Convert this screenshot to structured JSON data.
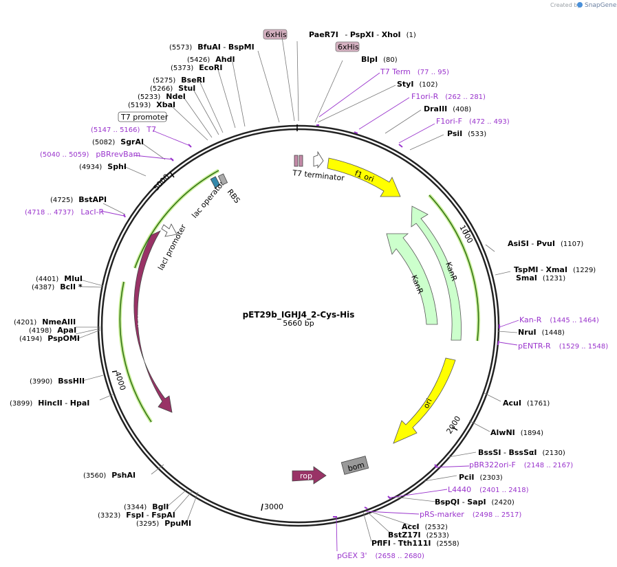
{
  "credit": {
    "prefix": "Created by",
    "brand": "SnapGene"
  },
  "plasmid": {
    "name": "pET29b_IGHJ4_2-Cys-His",
    "length": "5660 bp"
  },
  "ticks": [
    "1000",
    "2000",
    "3000",
    "4000",
    "5000"
  ],
  "features": {
    "f1ori": "f1 ori",
    "kanr1": "KanR",
    "kanr2": "KanR",
    "ori": "ori",
    "bom": "bom",
    "rop": "rop",
    "laci": "lacI",
    "laci_promoter": "lacI promoter",
    "lac_operator": "lac operator",
    "rbs": "RBS",
    "t7_terminator": "T7 terminator",
    "t7_promoter": "T7 promoter",
    "his1": "6xHis",
    "his2": "6xHis"
  },
  "sites": {
    "paer7i": {
      "name": "PaeR7I",
      "n2": "PspXI",
      "n3": "XhoI",
      "pos": "(1)"
    },
    "blpi": {
      "name": "BlpI",
      "pos": "(80)"
    },
    "styi": {
      "name": "StyI",
      "pos": "(102)"
    },
    "draiii": {
      "name": "DraIII",
      "pos": "(408)"
    },
    "psii": {
      "name": "PsiI",
      "pos": "(533)"
    },
    "asisi": {
      "name": "AsiSI",
      "n2": "PvuI",
      "pos": "(1107)"
    },
    "tspmi": {
      "name": "TspMI",
      "n2": "XmaI",
      "pos": "(1229)"
    },
    "smai": {
      "name": "SmaI",
      "pos": "(1231)"
    },
    "brui": {
      "name": "NruI",
      "pos": "(1448)"
    },
    "acui": {
      "name": "AcuI",
      "pos": "(1761)"
    },
    "alwni": {
      "name": "AlwNI",
      "pos": "(1894)"
    },
    "bsssi": {
      "name": "BssSI",
      "n2": "BssSαI",
      "pos": "(2130)"
    },
    "pcii": {
      "name": "PciI",
      "pos": "(2303)"
    },
    "bspqi": {
      "name": "BspQI",
      "n2": "SapI",
      "pos": "(2420)"
    },
    "acci": {
      "name": "AccI",
      "pos": "(2532)"
    },
    "bstz17i": {
      "name": "BstZ17I",
      "pos": "(2533)"
    },
    "pflfi": {
      "name": "PflFI",
      "n2": "Tth111I",
      "pos": "(2558)"
    },
    "bfuai": {
      "name": "BfuAI",
      "n2": "BspMI",
      "pos": "(5573)"
    },
    "ahdi": {
      "name": "AhdI",
      "pos": "(5426)"
    },
    "ecori": {
      "name": "EcoRI",
      "pos": "(5373)"
    },
    "bseri": {
      "name": "BseRI",
      "pos": "(5275)"
    },
    "stui": {
      "name": "StuI",
      "pos": "(5266)"
    },
    "ndei": {
      "name": "NdeI",
      "pos": "(5233)"
    },
    "xbai": {
      "name": "XbaI",
      "pos": "(5193)"
    },
    "sgrai": {
      "name": "SgrAI",
      "pos": "(5082)"
    },
    "sphi": {
      "name": "SphI",
      "pos": "(4934)"
    },
    "bstapi": {
      "name": "BstAPI",
      "pos": "(4725)"
    },
    "mlui": {
      "name": "MluI",
      "pos": "(4401)"
    },
    "bcli": {
      "name": "BclI *",
      "pos": "(4387)"
    },
    "nmeaiii": {
      "name": "NmeAIII",
      "pos": "(4201)"
    },
    "apai": {
      "name": "ApaI",
      "pos": "(4198)"
    },
    "pspomi": {
      "name": "PspOMI",
      "pos": "(4194)"
    },
    "bsshii": {
      "name": "BssHII",
      "pos": "(3990)"
    },
    "hincii": {
      "name": "HincII",
      "n2": "HpaI",
      "pos": "(3899)"
    },
    "pshai": {
      "name": "PshAI",
      "pos": "(3560)"
    },
    "bgli": {
      "name": "BglI",
      "pos": "(3344)"
    },
    "fspi": {
      "name": "FspI",
      "n2": "FspAI",
      "pos": "(3323)"
    },
    "ppumi": {
      "name": "PpuMI",
      "pos": "(3295)"
    }
  },
  "primers": {
    "t7term": {
      "name": "T7 Term",
      "pos": "(77 .. 95)"
    },
    "f1orir": {
      "name": "F1ori-R",
      "pos": "(262 .. 281)"
    },
    "f1orif": {
      "name": "F1ori-F",
      "pos": "(472 .. 493)"
    },
    "kanr": {
      "name": "Kan-R",
      "pos": "(1445 .. 1464)"
    },
    "pentrr": {
      "name": "pENTR-R",
      "pos": "(1529 .. 1548)"
    },
    "pbr322": {
      "name": "pBR322ori-F",
      "pos": "(2148 .. 2167)"
    },
    "l4440": {
      "name": "L4440",
      "pos": "(2401 .. 2418)"
    },
    "prsmarker": {
      "name": "pRS-marker",
      "pos": "(2498 .. 2517)"
    },
    "pgex3": {
      "name": "pGEX 3'",
      "pos": "(2658 .. 2680)"
    },
    "t7": {
      "name": "T7",
      "pos": "(5147 .. 5166)"
    },
    "pbrrevbam": {
      "name": "pBRrevBam",
      "pos": "(5040 .. 5059)"
    },
    "lacir": {
      "name": "LacI-R",
      "pos": "(4718 .. 4737)"
    }
  },
  "colors": {
    "backbone": "#222222",
    "ori_yellow": "#ffff00",
    "kanr_green": "#ccffcc",
    "laci_maroon": "#993366",
    "primer_purple": "#9933cc",
    "highlight_green": "#99dd55",
    "bom_gray": "#999999",
    "operator_teal": "#3388aa",
    "his_pink": "#d4b0c0"
  }
}
